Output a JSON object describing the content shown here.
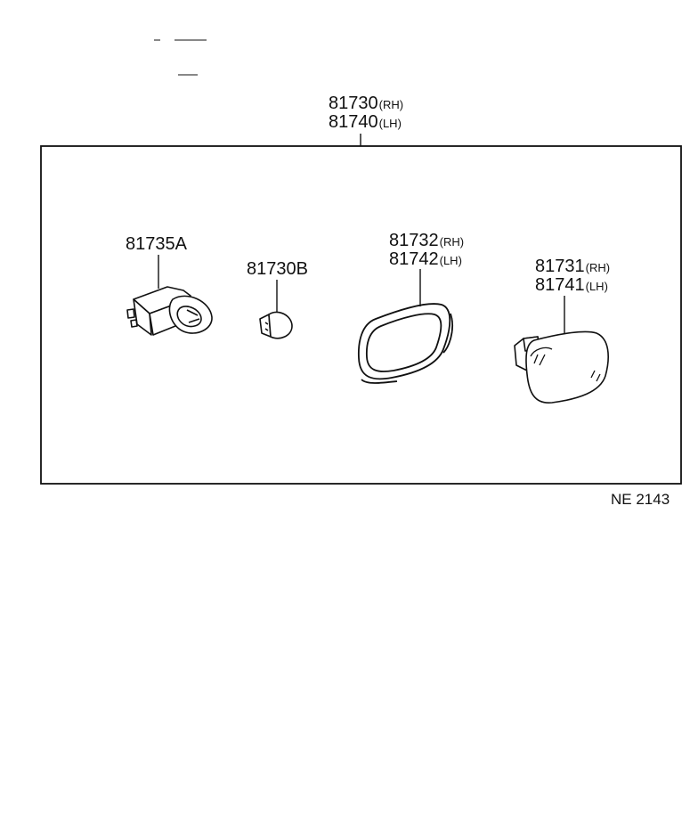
{
  "assembly": {
    "rh_number": "81730",
    "rh_suffix": "(RH)",
    "lh_number": "81740",
    "lh_suffix": "(LH)"
  },
  "parts": {
    "socket": {
      "number": "81735A"
    },
    "bulb": {
      "number": "81730B"
    },
    "gasket": {
      "rh_number": "81732",
      "rh_suffix": "(RH)",
      "lh_number": "81742",
      "lh_suffix": "(LH)"
    },
    "lens": {
      "rh_number": "81731",
      "rh_suffix": "(RH)",
      "lh_number": "81741",
      "lh_suffix": "(LH)"
    }
  },
  "diagram_code": "NE 2143",
  "icons": [
    "socket-icon",
    "bulb-icon",
    "gasket-icon",
    "lens-icon"
  ],
  "colors": {
    "ink": "#111111",
    "background": "#ffffff"
  }
}
